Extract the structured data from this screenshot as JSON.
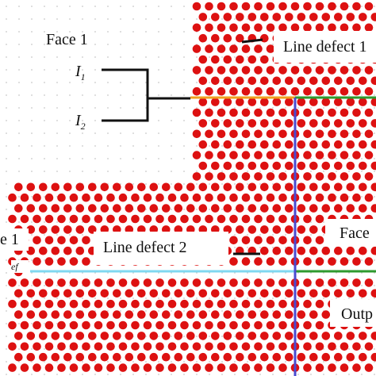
{
  "labels": {
    "face1_top": "Face 1",
    "face1_left": "e 1",
    "ref_sub": "ef",
    "line_defect_1": "Line defect 1",
    "line_defect_2": "Line defect 2",
    "face_right": "Face",
    "output_right": "Outp",
    "input1": {
      "symbol": "I",
      "sub": "1"
    },
    "input2": {
      "symbol": "I",
      "sub": "2"
    }
  },
  "colors": {
    "dot": "#dd1111",
    "background": "#ffffff",
    "grid_dot": "#c8c8c8",
    "line_defect_1_left": "#f0a020",
    "line_defect_1_right": "#2e9a2e",
    "line_defect_2_left": "#7fd8f0",
    "line_defect_2_right": "#2e9a2e",
    "vertical_line": "#4a4ad0",
    "bracket": "#111111"
  }
}
